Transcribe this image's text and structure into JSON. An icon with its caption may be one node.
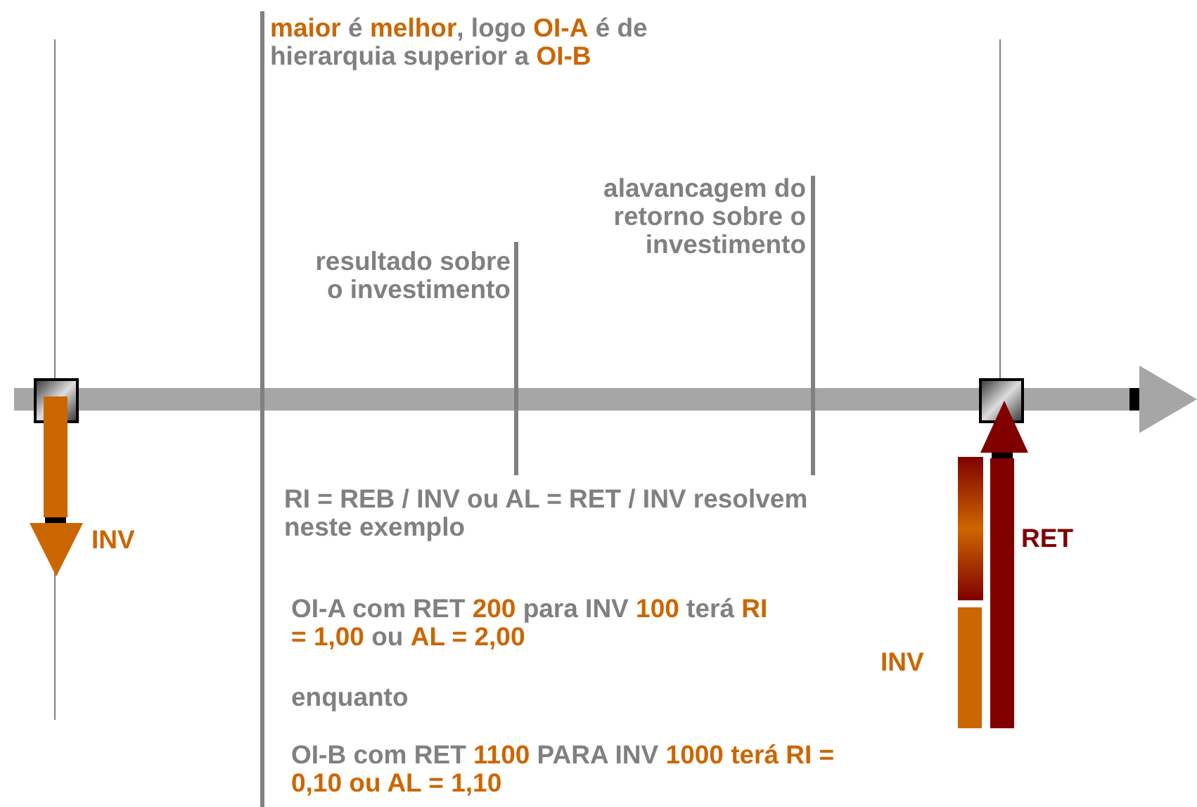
{
  "diagram": {
    "labels": [
      "**maior** é **melhor**, logo **OI-A** é de hierarquia superior a **OI-B**",
      "alavancagem do retorno sobre o investimento",
      "resultado sobre o investimento",
      "INV",
      "RI = REB / INV ou AL = RET / INV resolvem neste exemplo",
      "RET",
      "OI-A com RET **200** para INV **100** terá **RI = 1,00** ou **AL = 2,00**",
      "INV",
      "enquanto",
      "OI-B com RET **1100** PARA INV **1000** **terá RI = 0,10 ou AL = 1,10**"
    ]
  }
}
